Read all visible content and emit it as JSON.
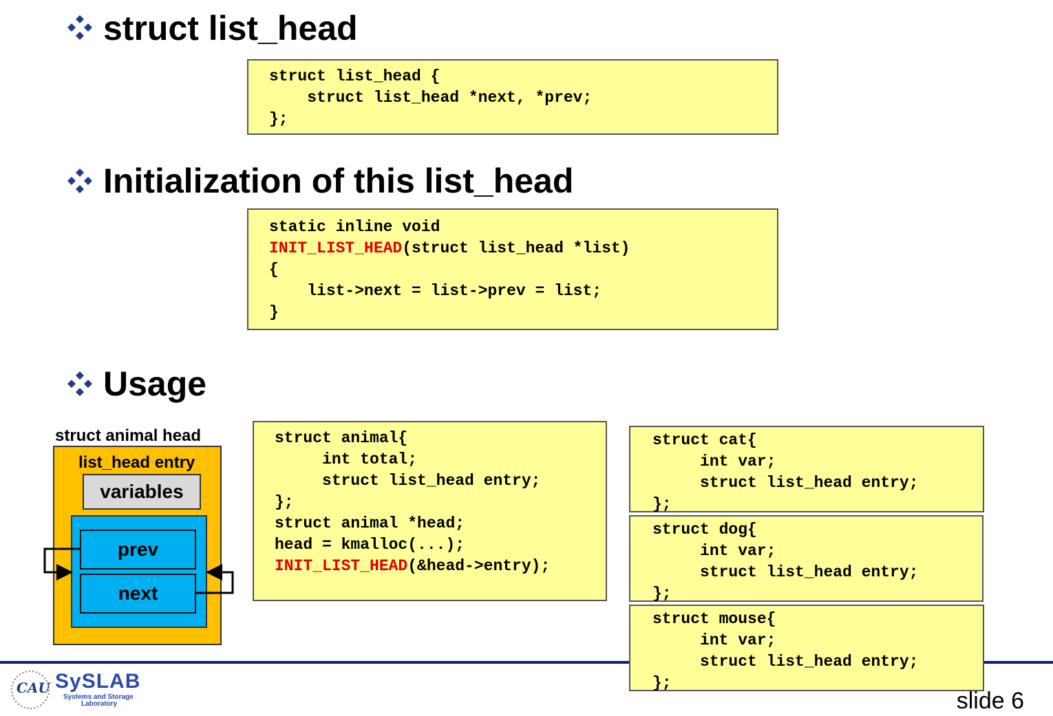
{
  "sections": [
    {
      "heading": "struct list_head"
    },
    {
      "heading": "Initialization of this list_head"
    },
    {
      "heading": "Usage"
    }
  ],
  "code_struct": [
    "struct list_head {",
    "    struct list_head *next, *prev;",
    "};"
  ],
  "code_init": {
    "line1": "static inline void",
    "line2_red": "INIT_LIST_HEAD",
    "line2_rest": "(struct list_head *list)",
    "line3": "{",
    "line4": "    list->next = list->prev = list;",
    "line5": "}"
  },
  "code_animal": {
    "lines": [
      "struct animal{",
      "     int total;",
      "     struct list_head entry;",
      "};",
      "",
      "struct animal *head;",
      "head = kmalloc(...);"
    ],
    "last_red": "INIT_LIST_HEAD",
    "last_rest": "(&head->entry);"
  },
  "code_cat": [
    "struct cat{",
    "     int var;",
    "     struct list_head entry;",
    "};"
  ],
  "code_dog": [
    "struct dog{",
    "     int var;",
    "     struct list_head entry;",
    "};"
  ],
  "code_mouse": [
    "struct mouse{",
    "     int var;",
    "     struct list_head entry;",
    "};"
  ],
  "diagram": {
    "title": "struct animal head",
    "entry_label": "list_head entry",
    "variables": "variables",
    "prev": "prev",
    "next": "next",
    "colors": {
      "outer": "#ffc000",
      "inner": "#00b0f0",
      "variables": "#d9d9d9",
      "code_bg": "#ffff99",
      "bullet": "#1f3c88",
      "red": "#e00000"
    }
  },
  "footer": {
    "logo_cau": "CAU",
    "logo_syslab": "SySLAB",
    "logo_sub1": "Systems and Storage",
    "logo_sub2": "Laboratory",
    "slide": "slide 6"
  }
}
